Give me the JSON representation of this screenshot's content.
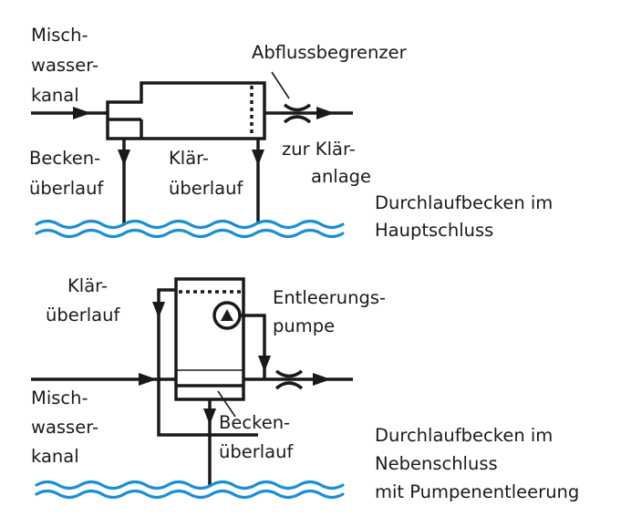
{
  "colors": {
    "line": "#1a1a1a",
    "water": "#1a8fd6",
    "background": "#ffffff"
  },
  "top": {
    "inflow_label": [
      "Misch-",
      "wasser-",
      "kanal"
    ],
    "limiter_label": "Abflussbegrenzer",
    "outlet_label": [
      "zur Klär-",
      "anlage"
    ],
    "basin_overflow_label": [
      "Becken-",
      "überlauf"
    ],
    "clarifier_overflow_label": [
      "Klär-",
      "überlauf"
    ],
    "caption": [
      "Durchlaufbecken im",
      "Hauptschluss"
    ]
  },
  "bottom": {
    "clarifier_overflow_label": [
      "Klär-",
      "überlauf"
    ],
    "pump_label": [
      "Entleerungs-",
      "pumpe"
    ],
    "inflow_label": [
      "Misch-",
      "wasser-",
      "kanal"
    ],
    "basin_overflow_label": [
      "Becken-",
      "überlauf"
    ],
    "caption": [
      "Durchlaufbecken im",
      "Nebenschluss",
      "mit Pumpenentleerung"
    ]
  }
}
